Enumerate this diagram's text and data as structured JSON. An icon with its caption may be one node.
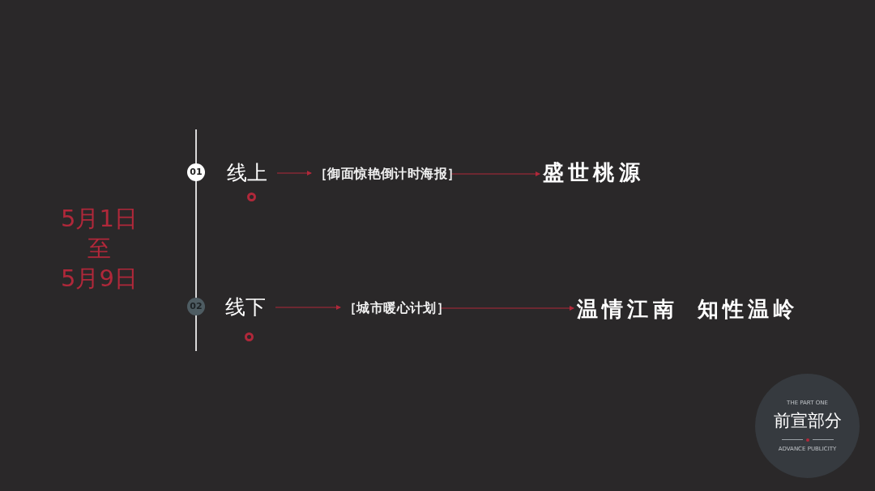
{
  "diagram": {
    "nodes": [
      {
        "text": [
          "01"
        ]
      },
      {
        "text": [
          "线上"
        ]
      },
      {
        "text": [
          "［御面惊艳倒计时海报］"
        ]
      },
      {
        "text": [
          "盛世桃源"
        ]
      },
      {
        "text": [
          "02"
        ]
      },
      {
        "text": [
          "线下"
        ]
      },
      {
        "text": [
          "［城市暖心计划］"
        ]
      },
      {
        "text": [
          "温情江南",
          "知性温岭"
        ]
      },
      {
        "text": [
          "THE PART ONE",
          "前宣部分",
          "ADVANCE PUBLICITY"
        ]
      }
    ],
    "edges": [
      {
        "from": 1,
        "to": 2,
        "arrow": "to",
        "color": "#b0283a"
      },
      {
        "from": 2,
        "to": 3,
        "arrow": "to",
        "color": "#b0283a"
      },
      {
        "from": 5,
        "to": 6,
        "arrow": "to",
        "color": "#b0283a"
      },
      {
        "from": 6,
        "to": 7,
        "arrow": "to",
        "color": "#b0283a"
      }
    ],
    "labels": [
      "5月1日",
      "至",
      "5月9日"
    ]
  }
}
